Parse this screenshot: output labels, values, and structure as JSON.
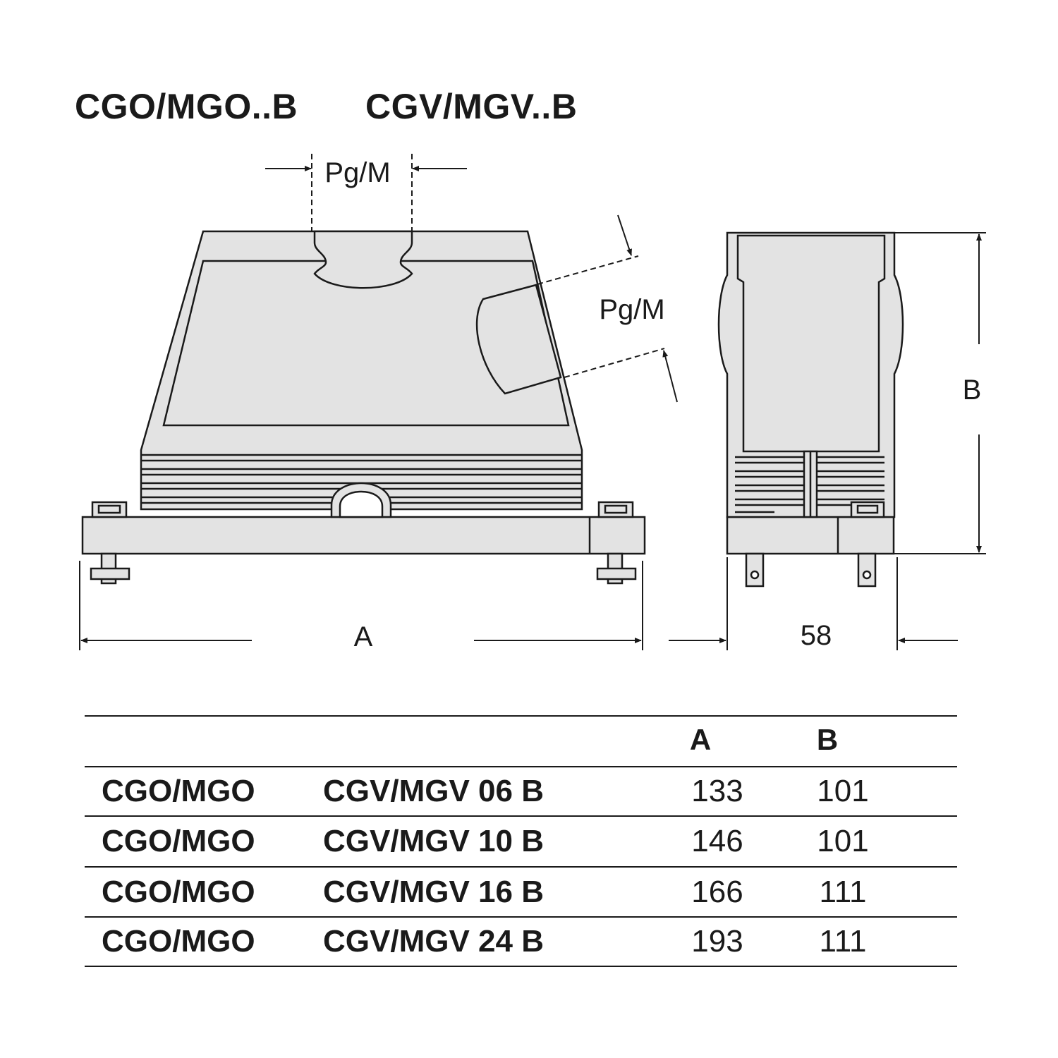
{
  "titles": {
    "left": "CGO/MGO..B",
    "right": "CGV/MGV..B"
  },
  "dimensions": {
    "top_entry": "Pg/M",
    "side_entry": "Pg/M",
    "width": "A",
    "height": "B",
    "depth": "58"
  },
  "table": {
    "headers": [
      "A",
      "B"
    ],
    "rows": [
      {
        "prefix": "CGO/MGO",
        "model": "CGV/MGV 06 B",
        "a": "133",
        "b": "101"
      },
      {
        "prefix": "CGO/MGO",
        "model": "CGV/MGV 10 B",
        "a": "146",
        "b": "101"
      },
      {
        "prefix": "CGO/MGO",
        "model": "CGV/MGV 16 B",
        "a": "166",
        "b": "111"
      },
      {
        "prefix": "CGO/MGO",
        "model": "CGV/MGV 24 B",
        "a": "193",
        "b": "111"
      }
    ]
  },
  "colors": {
    "body_fill": "#e3e3e3",
    "outline": "#1a1a1a"
  }
}
